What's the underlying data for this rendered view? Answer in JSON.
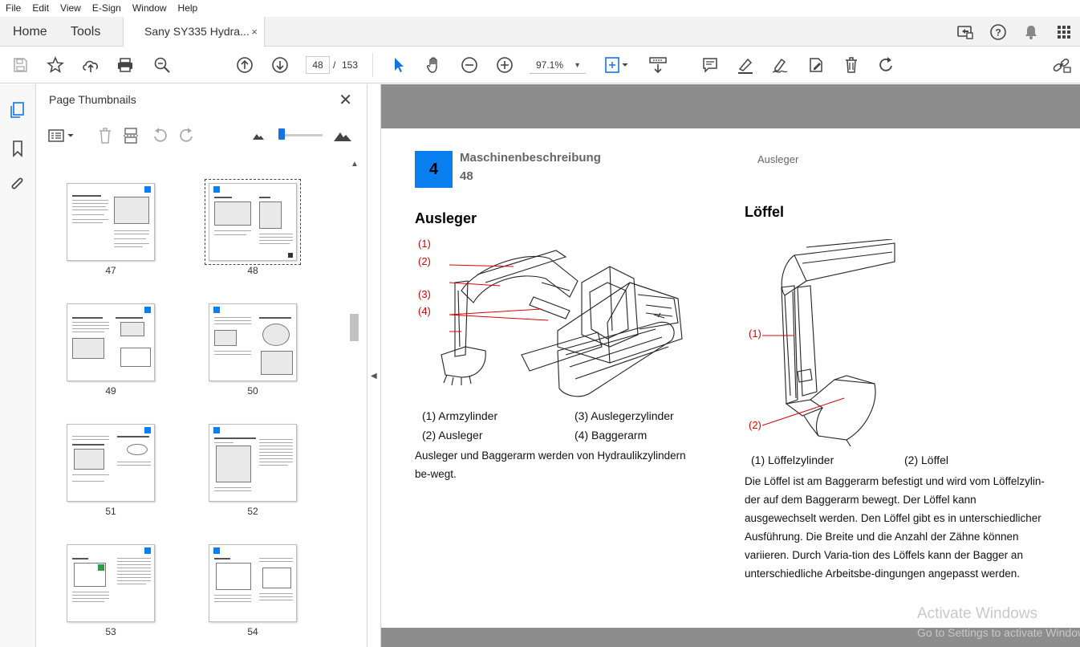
{
  "menu": [
    "File",
    "Edit",
    "View",
    "E-Sign",
    "Window",
    "Help"
  ],
  "tabs": {
    "home": "Home",
    "tools": "Tools",
    "document": "Sany SY335 Hydra...",
    "close": "×"
  },
  "toolbar": {
    "current_page": "48",
    "page_sep": "/",
    "total_pages": "153",
    "zoom": "97.1%",
    "zoom_caret": "▼"
  },
  "panel": {
    "title": "Page Thumbnails",
    "close": "✕"
  },
  "thumbnails": [
    {
      "number": "47"
    },
    {
      "number": "48"
    },
    {
      "number": "49"
    },
    {
      "number": "50"
    },
    {
      "number": "51"
    },
    {
      "number": "52"
    },
    {
      "number": "53"
    },
    {
      "number": "54"
    }
  ],
  "scrollbar": {
    "up": "▲"
  },
  "splitter": {
    "arrow": "◀"
  },
  "doc": {
    "chapter_number": "4",
    "chapter_title": "Maschinenbeschreibung",
    "page_number": "48",
    "header_right": "Ausleger",
    "ausleger": {
      "heading": "Ausleger",
      "callouts": [
        "(1)",
        "(2)",
        "(3)",
        "(4)"
      ],
      "legend": [
        "(1) Armzylinder",
        "(2) Ausleger",
        "(3) Auslegerzylinder",
        "(4) Baggerarm"
      ],
      "text": "Ausleger und Baggerarm werden von Hydraulikzylindern be-wegt."
    },
    "loeffel": {
      "heading": "Löffel",
      "callouts": [
        "(1)",
        "(2)"
      ],
      "legend": [
        "(1) Löffelzylinder",
        "(2) Löffel"
      ],
      "text": "Die Löffel ist am Baggerarm befestigt und wird vom Löffelzylin-der auf dem Baggerarm bewegt. Der Löffel kann ausgewechselt werden. Den Löffel gibt es in unterschiedlicher Ausführung. Die Breite und die Anzahl der Zähne können variieren. Durch Varia-tion des Löffels kann der Bagger an unterschiedliche Arbeitsbe-dingungen angepasst werden."
    }
  },
  "watermark": {
    "title": "Activate Windows",
    "subtitle": "Go to Settings to activate Windows."
  },
  "colors": {
    "accent": "#1473e6",
    "chapter_box": "#0a7ff0",
    "callout": "#dd0000",
    "doc_background": "#8d8d8d"
  }
}
